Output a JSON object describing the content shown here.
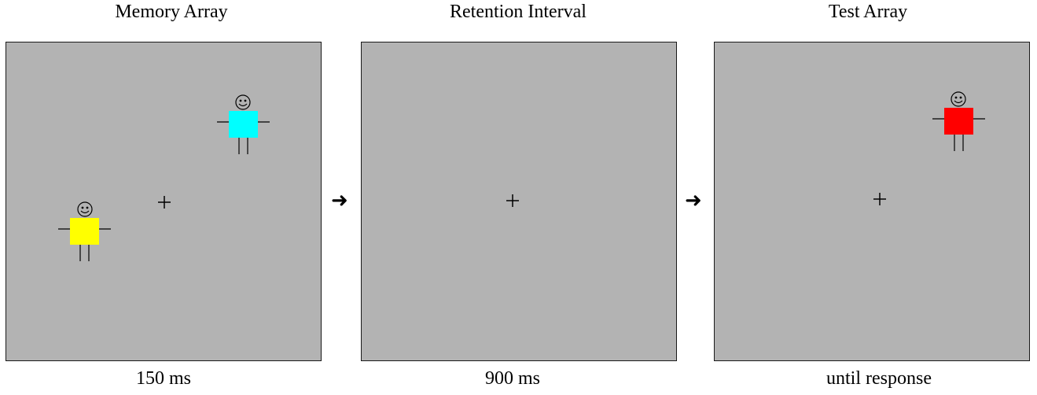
{
  "panels": [
    {
      "title": "Memory Array",
      "duration": "150 ms"
    },
    {
      "title": "Retention Interval",
      "duration": "900 ms"
    },
    {
      "title": "Test Array",
      "duration": "until response"
    }
  ],
  "colors": {
    "background": "#b3b3b3",
    "cyan": "#00ffff",
    "yellow": "#ffff00",
    "red": "#ff0000"
  },
  "icons": {
    "arrow": "right-arrow-icon",
    "face": "smiley-face-icon",
    "fixation": "fixation-cross"
  }
}
